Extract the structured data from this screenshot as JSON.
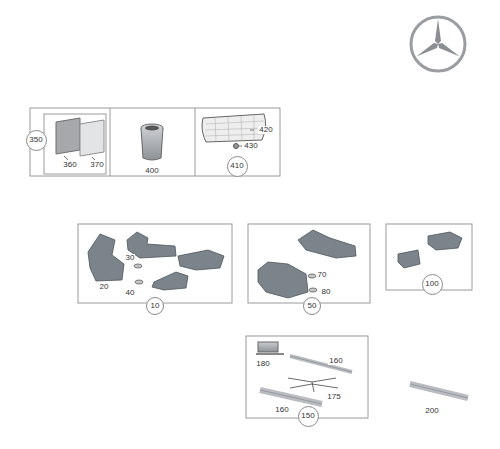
{
  "diagram": {
    "nodes": [
      {
        "text": [
          "350"
        ]
      },
      {
        "text": [
          "410"
        ]
      },
      {
        "text": [
          "10"
        ]
      },
      {
        "text": [
          "50"
        ]
      },
      {
        "text": [
          "100"
        ]
      },
      {
        "text": [
          "150"
        ]
      }
    ],
    "labels": [
      "360",
      "370",
      "400",
      "420",
      "430",
      "20",
      "30",
      "40",
      "70",
      "80",
      "180",
      "160",
      "175",
      "160",
      "200"
    ]
  }
}
